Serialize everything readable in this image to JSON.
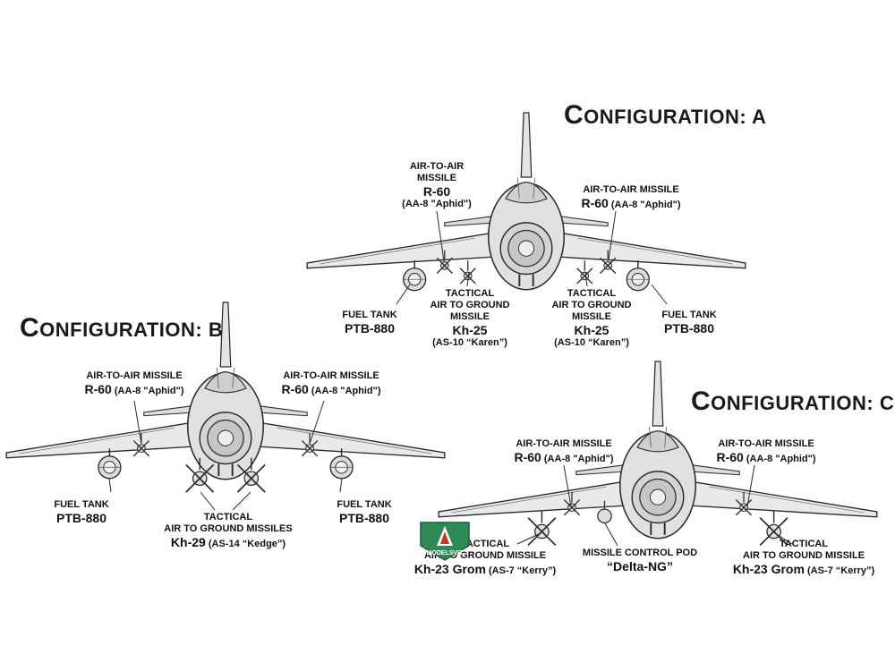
{
  "configs": {
    "a": {
      "title_cap": "C",
      "title_rest": "ONFIGURATION: A",
      "aam_left": {
        "line1": "AIR-TO-AIR",
        "line2": "MISSILE",
        "name": "R-60",
        "code": "(AA-8 \"Aphid\")"
      },
      "aam_right": {
        "line1": "AIR-TO-AIR MISSILE",
        "name": "R-60",
        "code": "(AA-8 \"Aphid\")"
      },
      "tank_left": {
        "line1": "FUEL TANK",
        "name": "PTB-880"
      },
      "tank_right": {
        "line1": "FUEL TANK",
        "name": "PTB-880"
      },
      "agm_left": {
        "line1": "TACTICAL",
        "line2": "AIR TO GROUND",
        "line3": "MISSILE",
        "name": "Kh-25",
        "code": "(AS-10 “Karen”)"
      },
      "agm_right": {
        "line1": "TACTICAL",
        "line2": "AIR TO GROUND",
        "line3": "MISSILE",
        "name": "Kh-25",
        "code": "(AS-10 “Karen”)"
      }
    },
    "b": {
      "title_cap": "C",
      "title_rest": "ONFIGURATION: B",
      "aam_left": {
        "line1": "AIR-TO-AIR MISSILE",
        "name": "R-60",
        "code": "(AA-8 \"Aphid\")"
      },
      "aam_right": {
        "line1": "AIR-TO-AIR MISSILE",
        "name": "R-60",
        "code": "(AA-8 \"Aphid\")"
      },
      "tank_left": {
        "line1": "FUEL TANK",
        "name": "PTB-880"
      },
      "tank_right": {
        "line1": "FUEL TANK",
        "name": "PTB-880"
      },
      "agm": {
        "line1": "TACTICAL",
        "line2": "AIR TO GROUND MISSILES",
        "name": "Kh-29",
        "code": "(AS-14 “Kedge”)"
      }
    },
    "c": {
      "title_cap": "C",
      "title_rest": "ONFIGURATION: C",
      "aam_left": {
        "line1": "AIR-TO-AIR MISSILE",
        "name": "R-60",
        "code": "(AA-8 \"Aphid\")"
      },
      "aam_right": {
        "line1": "AIR-TO-AIR MISSILE",
        "name": "R-60",
        "code": "(AA-8 \"Aphid\")"
      },
      "pod": {
        "line1": "MISSILE CONTROL POD",
        "name": "“Delta-NG”"
      },
      "agm_left": {
        "line1": "TACTICAL",
        "line2": "AIR TO GROUND MISSILE",
        "name": "Kh-23 Grom",
        "code": "(AS-7 “Kerry”)"
      },
      "agm_right": {
        "line1": "TACTICAL",
        "line2": "AIR TO GROUND MISSILE",
        "name": "Kh-23 Grom",
        "code": "(AS-7 “Kerry”)"
      }
    }
  },
  "logo": {
    "text": "MODELSVIT"
  },
  "colors": {
    "ink": "#2a2a2a",
    "fill": "#e6e6e6",
    "shade": "#bdbdbd",
    "logo_green": "#2e8b57",
    "logo_red": "#c0392b"
  }
}
